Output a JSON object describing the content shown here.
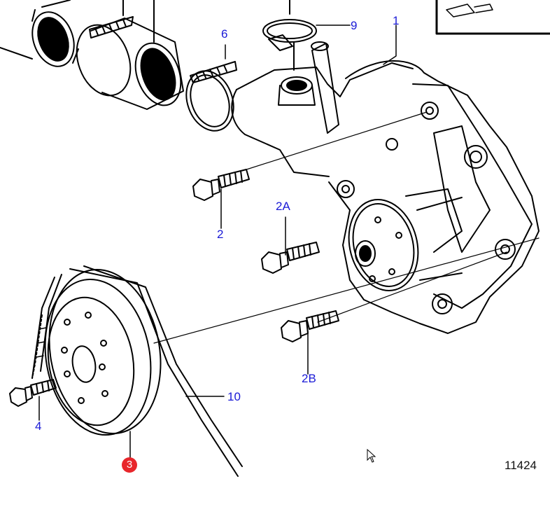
{
  "diagram": {
    "figure_number": "11424",
    "callouts": {
      "c1": "1",
      "c2": "2",
      "c2a": "2A",
      "c2b": "2B",
      "c3": "3",
      "c4": "4",
      "c6": "6",
      "c9": "9",
      "c10": "10"
    },
    "selected_callout": "3",
    "colors": {
      "callout_text": "#1a1ad6",
      "selected_marker": "#e8262b",
      "line_art": "#000000"
    }
  }
}
